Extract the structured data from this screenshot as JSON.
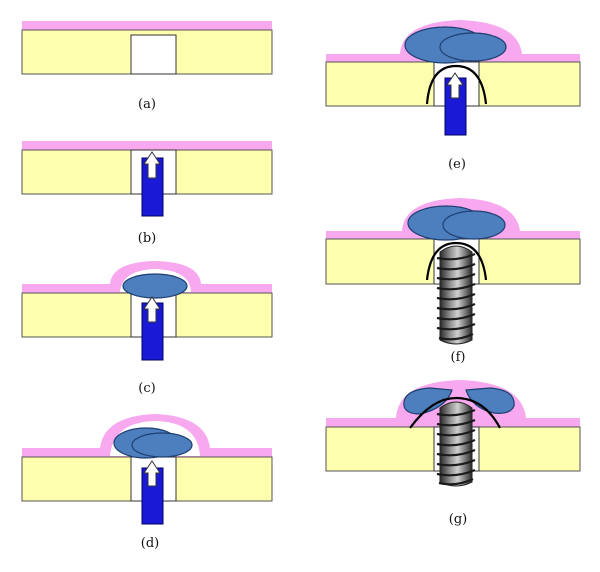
{
  "panels": [
    {
      "id": "a",
      "label": "(a)"
    },
    {
      "id": "b",
      "label": "(b)"
    },
    {
      "id": "c",
      "label": "(c)"
    },
    {
      "id": "d",
      "label": "(d)"
    },
    {
      "id": "e",
      "label": "(e)"
    },
    {
      "id": "f",
      "label": "(f)"
    },
    {
      "id": "g",
      "label": "(g)"
    }
  ],
  "colors": {
    "bone": "#ffffb0",
    "membrane": "#f7a8ee",
    "tool": "#1a1ad6",
    "graft": "#4d7fbf",
    "implant": "#555555"
  }
}
